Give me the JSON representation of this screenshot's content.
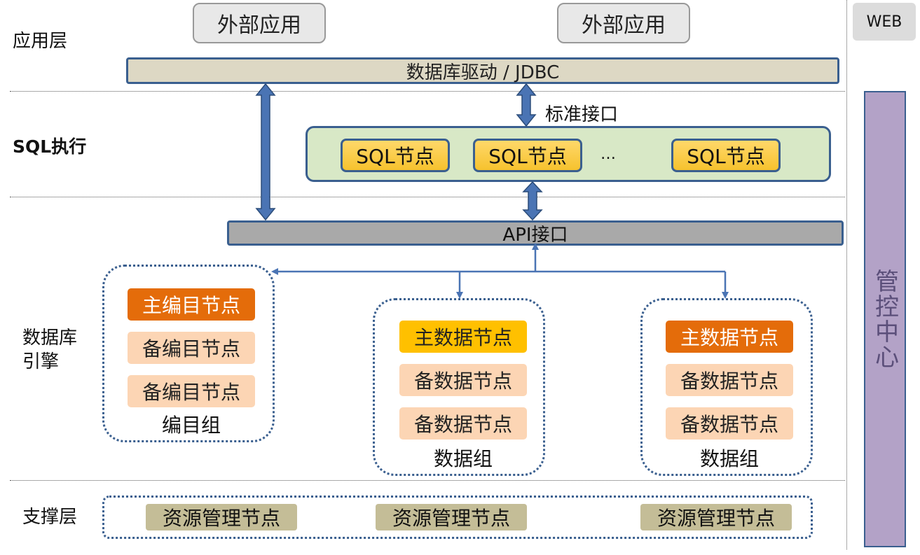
{
  "layers": {
    "app": "应用层",
    "sql": "SQL执行",
    "engine_line1": "数据库",
    "engine_line2": "引擎",
    "support": "支撑层"
  },
  "app_layer": {
    "external_apps": [
      "外部应用",
      "外部应用"
    ],
    "driver": "数据库驱动 / JDBC"
  },
  "sql_layer": {
    "standard_interface": "标准接口",
    "nodes": [
      "SQL节点",
      "SQL节点",
      "SQL节点"
    ],
    "ellipsis": "…"
  },
  "api_interface": "API接口",
  "engine": {
    "catalog_group": {
      "label": "编目组",
      "primary": "主编目节点",
      "backups": [
        "备编目节点",
        "备编目节点"
      ]
    },
    "data_groups": [
      {
        "label": "数据组",
        "primary": "主数据节点",
        "backups": [
          "备数据节点",
          "备数据节点"
        ]
      },
      {
        "label": "数据组",
        "primary": "主数据节点",
        "backups": [
          "备数据节点",
          "备数据节点"
        ]
      }
    ]
  },
  "support_layer": {
    "nodes": [
      "资源管理节点",
      "资源管理节点",
      "资源管理节点"
    ]
  },
  "sidebar": {
    "web": "WEB",
    "management_center": "管控中心"
  },
  "colors": {
    "border_blue": "#3a5f8f",
    "arrow_blue": "#4a74b4",
    "primary_orange": "#e46c0a",
    "primary_yellow": "#ffc000",
    "backup_peach": "#fcd5b4",
    "resource_tan": "#c4bd97",
    "mgmt_purple": "#b3a2c7"
  }
}
